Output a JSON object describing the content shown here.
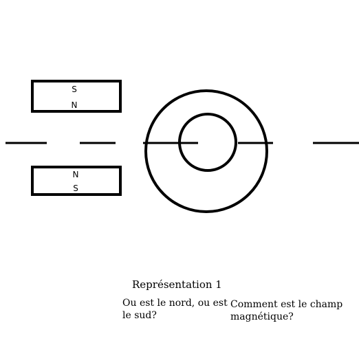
{
  "magnets": {
    "top": {
      "upper_pole": "S",
      "lower_pole": "N"
    },
    "bottom": {
      "upper_pole": "N",
      "lower_pole": "S"
    }
  },
  "caption": {
    "title": "Représentation 1",
    "question_left": "Ou est le nord, ou est le sud?",
    "question_right": "Comment est le champ magnétique?"
  },
  "colors": {
    "stroke": "#000000",
    "background": "#ffffff"
  }
}
